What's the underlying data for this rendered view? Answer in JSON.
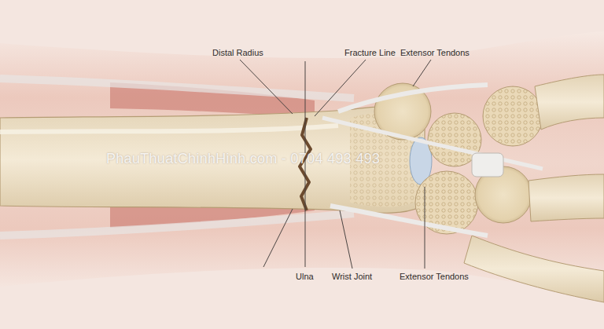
{
  "diagram": {
    "labels": [
      "Distal Radius",
      "Fracture Line",
      "Extensor Tendons",
      "Ulna",
      "Wrist Joint",
      "Extensor Tendons",
      "PhauThuatChinhHinh.com - 0704 493 493"
    ]
  }
}
